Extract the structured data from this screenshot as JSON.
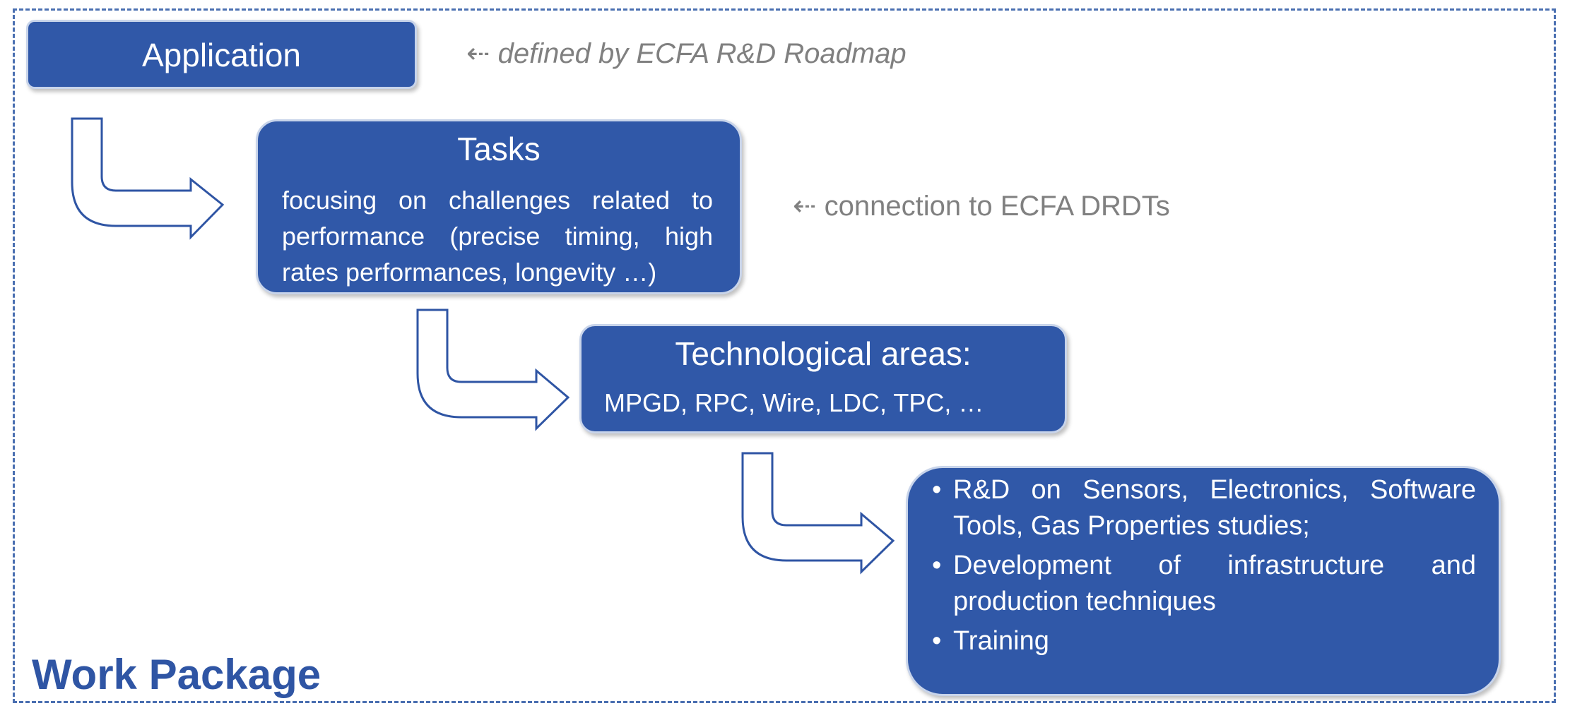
{
  "application": {
    "title": "Application"
  },
  "notes": {
    "roadmap": "⇠ defined by ECFA R&D Roadmap",
    "drdt": "⇠ connection to ECFA DRDTs"
  },
  "tasks": {
    "title": "Tasks",
    "body": "focusing on challenges related to performance (precise timing, high rates performances, longevity …)"
  },
  "tech_areas": {
    "title": "Technological areas:",
    "body": "MPGD, RPC, Wire, LDC, TPC, …"
  },
  "activities": {
    "bullet_symbol": "•",
    "items": [
      "R&D on Sensors, Electronics, Software Tools, Gas Properties studies;",
      "Development of infrastructure and production techniques",
      "Training"
    ]
  },
  "work_package": {
    "label": "Work Package"
  },
  "colors": {
    "box_fill": "#3058a8",
    "arrow_stroke": "#2f55a4",
    "note_text": "#808080",
    "label_text": "#2f55a4"
  }
}
